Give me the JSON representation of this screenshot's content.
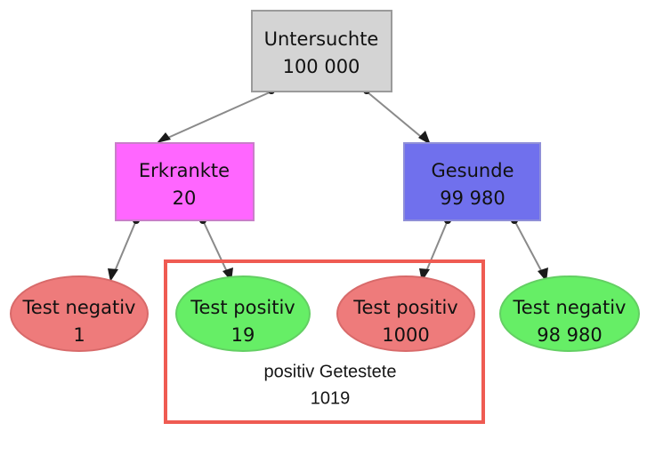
{
  "diagram": {
    "title_text": "Untersuchte 100 000 tree diagram",
    "background": "#ffffff",
    "colors": {
      "root_fill": "#d4d4d4",
      "root_stroke": "#9a9a9a",
      "diseased_fill": "#ff66ff",
      "diseased_stroke": "#c97ec9",
      "healthy_fill": "#7070ed",
      "healthy_stroke": "#8f8fd8",
      "red_ellipse_fill": "#ee7b7b",
      "red_ellipse_stroke": "#d86a6a",
      "green_ellipse_fill": "#66ee66",
      "green_ellipse_stroke": "#63cf63",
      "edge": "#8a8a8a",
      "arrow": "#1a1a1a",
      "group_box_stroke": "#ef5b52"
    },
    "nodes": {
      "root": {
        "label": "Untersuchte",
        "value": "100 000"
      },
      "diseased": {
        "label": "Erkrankte",
        "value": "20"
      },
      "healthy": {
        "label": "Gesunde",
        "value": "99 980"
      },
      "diseased_negative": {
        "label": "Test negativ",
        "value": "1"
      },
      "diseased_positive": {
        "label": "Test positiv",
        "value": "19"
      },
      "healthy_positive": {
        "label": "Test positiv",
        "value": "1000"
      },
      "healthy_negative": {
        "label": "Test negativ",
        "value": "98 980"
      }
    },
    "group_box": {
      "label": "positiv Getestete",
      "value": "1019"
    }
  }
}
